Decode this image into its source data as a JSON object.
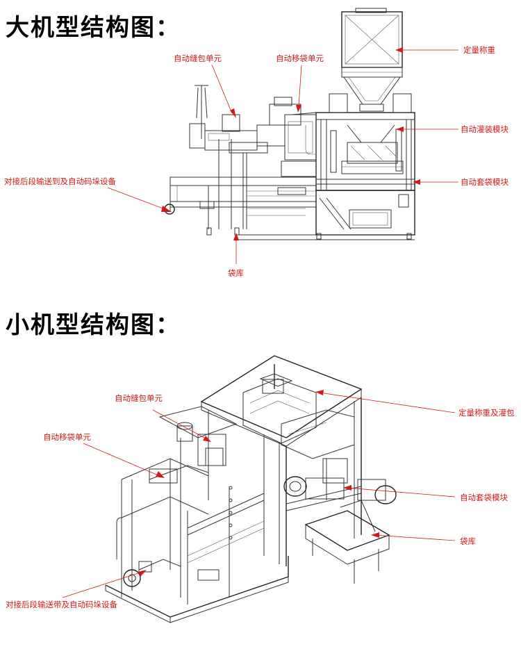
{
  "large_section": {
    "heading": "大机型结构图：",
    "labels": {
      "auto_sewing": "自动缝包单元",
      "auto_bag_moving": "自动移袋单元",
      "quant_weighing": "定量称重",
      "auto_filling": "自动灌装模块",
      "auto_bagging": "自动套袋模块",
      "conveyor_link": "对接后段输送到及自动码垛设备",
      "bag_magazine": "袋库"
    }
  },
  "small_section": {
    "heading": "小机型结构图：",
    "labels": {
      "auto_sewing": "自动缝包单元",
      "auto_bag_moving": "自动移袋单元",
      "weighing_filling": "定量称重及灌包",
      "auto_bagging": "自动套袋模块",
      "bag_magazine": "袋库",
      "conveyor_link": "对接后段输送带及自动码垛设备"
    }
  },
  "colors": {
    "callout": "#d41919",
    "drawing": "#333333",
    "heading": "#000000"
  }
}
